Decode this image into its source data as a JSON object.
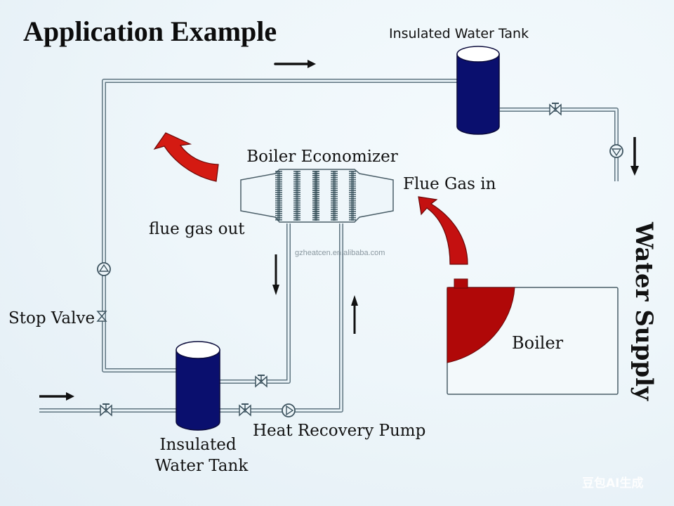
{
  "title": "Application Example",
  "labels": {
    "top_tank": "Insulated Water Tank",
    "economizer": "Boiler Economizer",
    "flue_gas_in": "Flue Gas in",
    "flue_gas_out": "flue gas out",
    "stop_valve": "Stop Valve",
    "bottom_tank_line1": "Insulated",
    "bottom_tank_line2": "Water Tank",
    "heat_recovery_pump": "Heat Recovery Pump",
    "boiler": "Boiler",
    "water_supply": "Water Supply"
  },
  "watermark": "gzheatcen.en.alibaba.com",
  "ai_badge": "豆包AI生成",
  "colors": {
    "tank": "#0a0f6e",
    "flue_arrow": "#c41010",
    "boiler_flame": "#b00808",
    "pipe": "#5f7480"
  }
}
